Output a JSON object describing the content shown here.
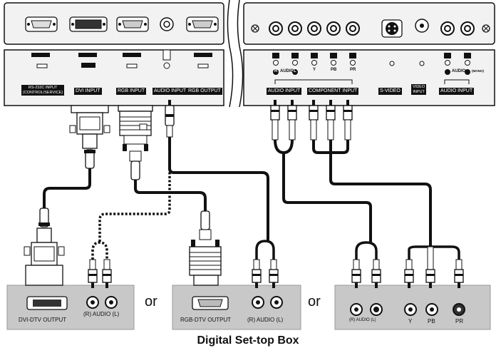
{
  "tv_panel": {
    "labels": {
      "rs232c": "RS-232C INPUT",
      "rs232c_sub": "(CONTROL/SERVICE)",
      "dvi_input": "DVI INPUT",
      "rgb_input": "RGB INPUT",
      "audio_input_left": "AUDIO INPUT",
      "rgb_output": "RGB OUTPUT",
      "audio_input_right": "AUDIO INPUT",
      "component_input": "COMPONENT INPUT",
      "s_video": "S-VIDEO",
      "video_input_line1": "VIDEO",
      "video_input_line2": "INPUT",
      "audio_input_video": "AUDIO INPUT"
    },
    "port_text": {
      "audio_r": "R",
      "audio_word": "AUDIO",
      "audio_l": "L",
      "y": "Y",
      "pb": "PB",
      "pr": "PR",
      "audio_mono": "AUDIO",
      "mono": "(MONO)"
    }
  },
  "devices": {
    "dvi_box": {
      "output_label": "DVI-DTV OUTPUT",
      "audio_label": "(R) AUDIO (L)"
    },
    "rgb_box": {
      "output_label": "RGB-DTV OUTPUT",
      "audio_label": "(R) AUDIO (L)"
    },
    "component_box": {
      "audio_label": "(R) AUDIO (L)",
      "y_label": "Y",
      "pb_label": "PB",
      "pr_label": "PR"
    }
  },
  "separators": [
    "or",
    "or"
  ],
  "title": "Digital Set-top Box"
}
